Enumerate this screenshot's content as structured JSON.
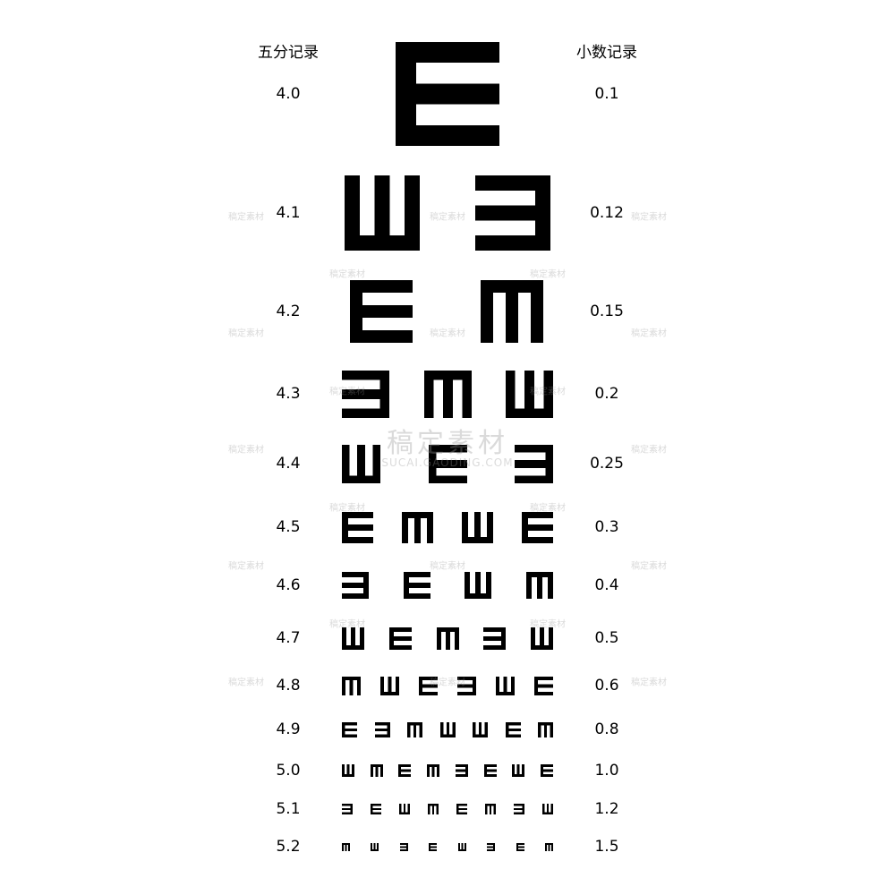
{
  "headers": {
    "left": "五分记录",
    "right": "小数记录"
  },
  "rows": [
    {
      "five": "4.0",
      "decimal": "0.1",
      "optotypes": [
        "E"
      ]
    },
    {
      "five": "4.1",
      "decimal": "0.12",
      "optotypes": [
        "W",
        "3"
      ]
    },
    {
      "five": "4.2",
      "decimal": "0.15",
      "optotypes": [
        "E",
        "M"
      ]
    },
    {
      "five": "4.3",
      "decimal": "0.2",
      "optotypes": [
        "3",
        "M",
        "W"
      ]
    },
    {
      "five": "4.4",
      "decimal": "0.25",
      "optotypes": [
        "W",
        "E",
        "3"
      ]
    },
    {
      "five": "4.5",
      "decimal": "0.3",
      "optotypes": [
        "E",
        "M",
        "W",
        "E"
      ]
    },
    {
      "five": "4.6",
      "decimal": "0.4",
      "optotypes": [
        "3",
        "E",
        "W",
        "M"
      ]
    },
    {
      "five": "4.7",
      "decimal": "0.5",
      "optotypes": [
        "W",
        "E",
        "M",
        "3",
        "W"
      ]
    },
    {
      "five": "4.8",
      "decimal": "0.6",
      "optotypes": [
        "M",
        "W",
        "E",
        "3",
        "W",
        "E"
      ]
    },
    {
      "five": "4.9",
      "decimal": "0.8",
      "optotypes": [
        "E",
        "3",
        "M",
        "W",
        "W",
        "E",
        "M"
      ]
    },
    {
      "five": "5.0",
      "decimal": "1.0",
      "optotypes": [
        "W",
        "M",
        "E",
        "M",
        "3",
        "E",
        "W",
        "E"
      ]
    },
    {
      "five": "5.1",
      "decimal": "1.2",
      "optotypes": [
        "3",
        "E",
        "W",
        "M",
        "E",
        "M",
        "3",
        "W"
      ]
    },
    {
      "five": "5.2",
      "decimal": "1.5",
      "optotypes": [
        "M",
        "W",
        "3",
        "E",
        "W",
        "3",
        "E",
        "M"
      ]
    }
  ],
  "watermark": {
    "main": "稿定素材",
    "sub": "SUCAI.GAODING.COM",
    "small": "稿定素材"
  }
}
